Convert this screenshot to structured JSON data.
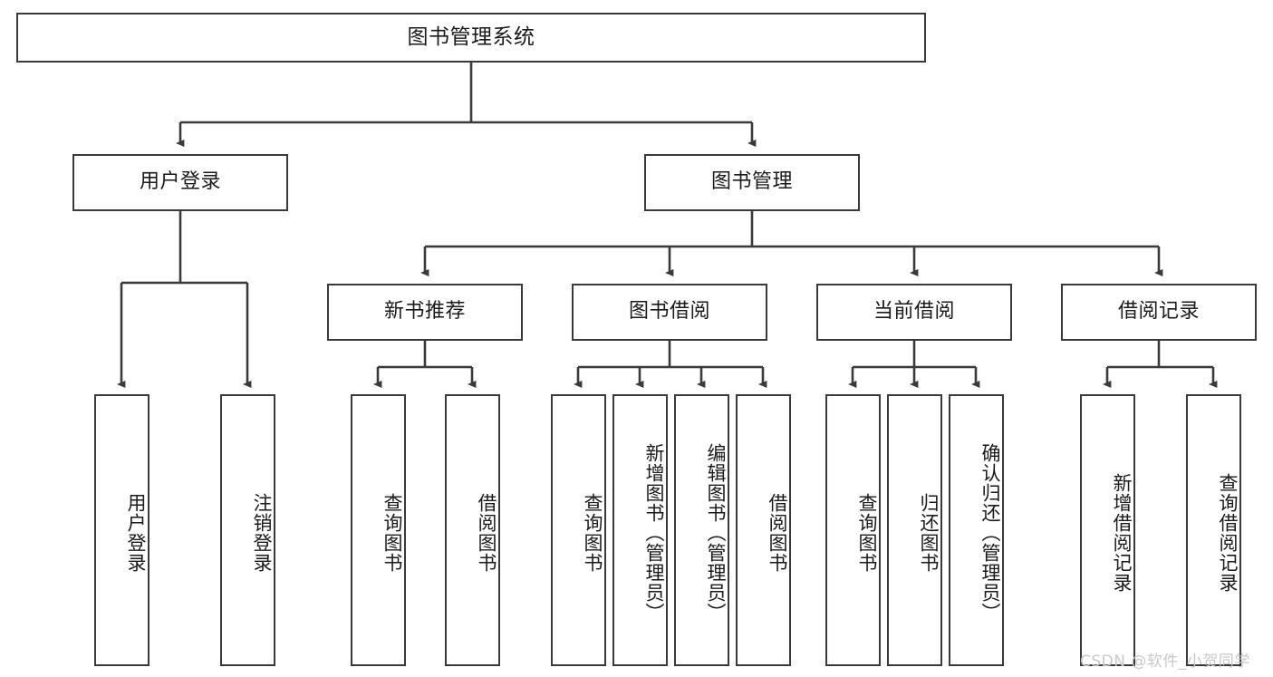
{
  "diagram": {
    "title": "图书管理系统",
    "type": "tree",
    "colors": {
      "stroke": "#3a3a3a",
      "fill": "#ffffff",
      "text": "#1a1a1a",
      "watermark": "#c9c9c9"
    },
    "root": {
      "label": "图书管理系统"
    },
    "level2": [
      {
        "label": "用户登录"
      },
      {
        "label": "图书管理"
      }
    ],
    "level3": [
      {
        "label": "新书推荐"
      },
      {
        "label": "图书借阅"
      },
      {
        "label": "当前借阅"
      },
      {
        "label": "借阅记录"
      }
    ],
    "leaves": {
      "user_login": [
        {
          "label": "用户登录"
        },
        {
          "label": "注销登录"
        }
      ],
      "new_book_recommend": [
        {
          "label": "查询图书"
        },
        {
          "label": "借阅图书"
        }
      ],
      "book_borrow": [
        {
          "label": "查询图书"
        },
        {
          "label": "新增图书（管理员）"
        },
        {
          "label": "编辑图书（管理员）"
        },
        {
          "label": "借阅图书"
        }
      ],
      "current_borrow": [
        {
          "label": "查询图书"
        },
        {
          "label": "归还图书"
        },
        {
          "label": "确认归还（管理员）"
        }
      ],
      "borrow_record": [
        {
          "label": "新增借阅记录"
        },
        {
          "label": "查询借阅记录"
        }
      ]
    },
    "watermark": "CSDN @软件_小贺同学"
  }
}
